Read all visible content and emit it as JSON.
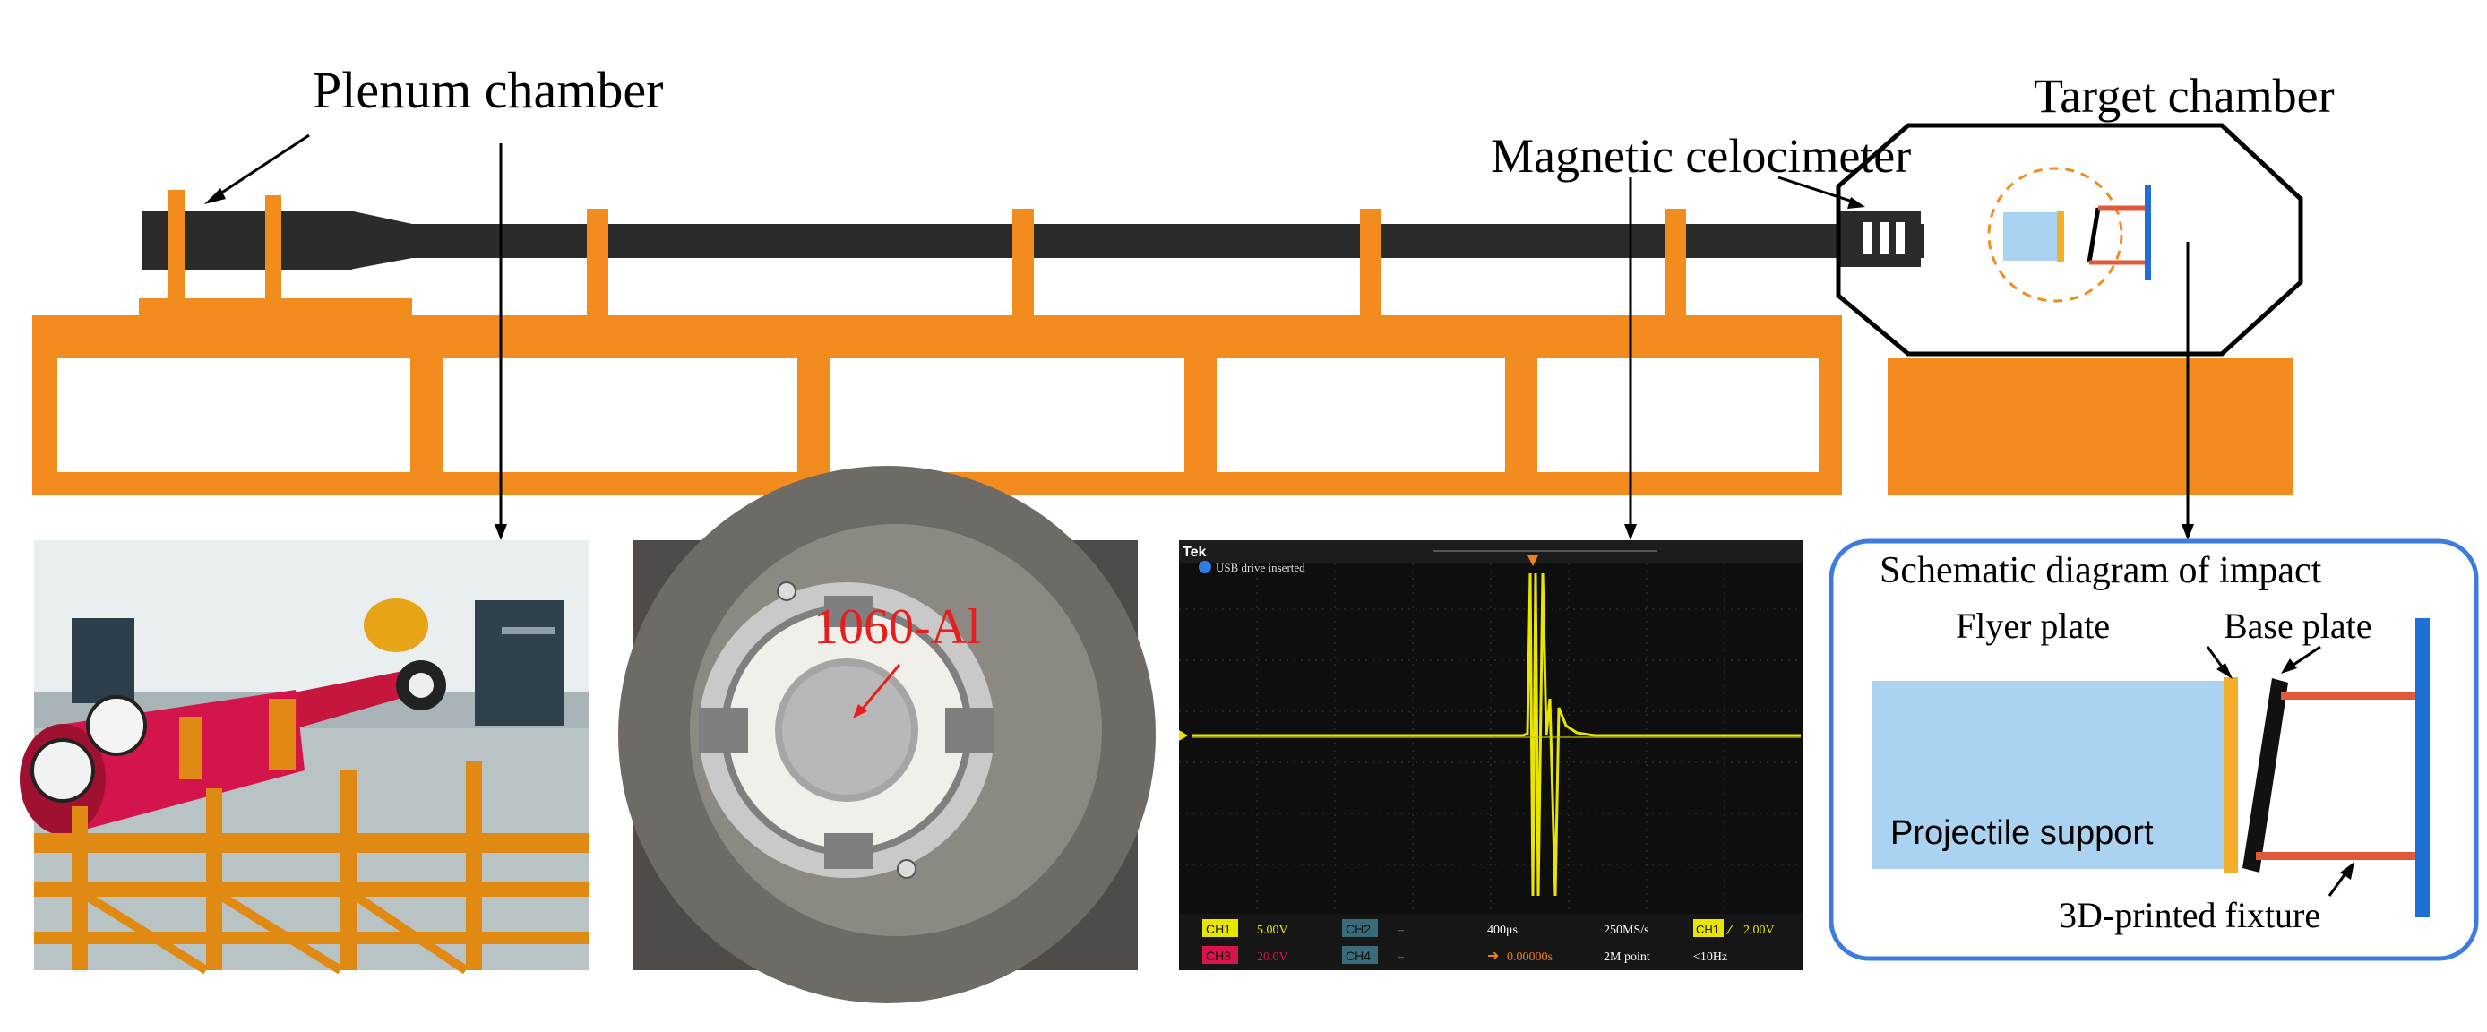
{
  "labels": {
    "plenum_chamber": "Plenum chamber",
    "magnetic_velocimeter": "Magnetic celocimeter",
    "target_chamber": "Target chamber",
    "sample_material": "1060-Al"
  },
  "oscilloscope": {
    "brand": "Tek",
    "status_message": "USB drive inserted",
    "ch1_label": "CH1",
    "ch1_scale": "5.00V",
    "ch2_label": "CH2",
    "ch2_value": "–",
    "ch3_label": "CH3",
    "ch3_value": "20.0V",
    "ch4_label": "CH4",
    "ch4_value": "–",
    "timebase": "400μs",
    "sample_rate": "250MS/s",
    "record_length": "2M point",
    "trigger_channel": "CH1",
    "trigger_level": "2.00V",
    "trigger_delay": "0.00000s",
    "trigger_frequency": "<10Hz"
  },
  "impact_schematic": {
    "title": "Schematic diagram of impact",
    "flyer_plate": "Flyer plate",
    "base_plate": "Base plate",
    "projectile_support": "Projectile support",
    "fixture": "3D-printed fixture"
  },
  "colors": {
    "frame_orange": "#f28c1e",
    "barrel_dark": "#2b2b2b",
    "projectile_blue": "#a9d3f0",
    "flyer_yellow": "#f3ae2b",
    "target_blue": "#1f6fd6",
    "fixture_red": "#e2583a",
    "panel_border": "#3d7be0",
    "annotation_red": "#e81e1e",
    "scope_trace_yellow": "#e8e600"
  }
}
